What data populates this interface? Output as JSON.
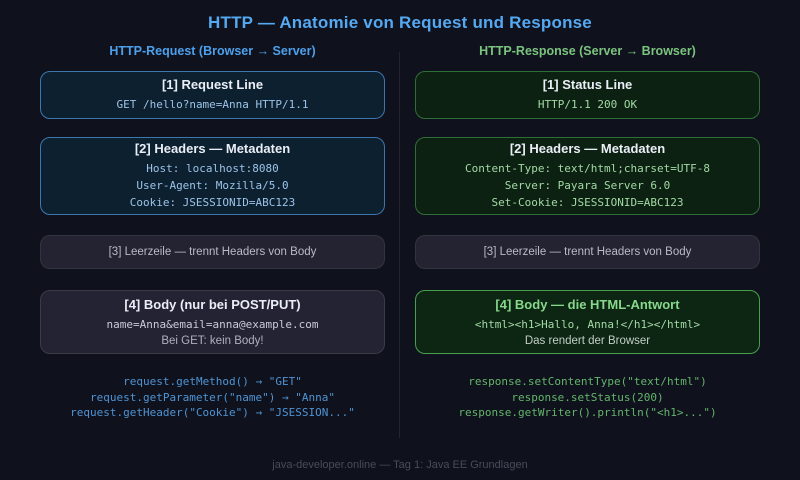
{
  "title": "HTTP — Anatomie von Request und Response",
  "footer": "java-developer.online — Tag 1: Java EE Grundlagen",
  "colors": {
    "background": "#0f111c",
    "accent_blue": "#55a9f2",
    "accent_green": "#7bc47f",
    "box_blue_bg": "#0d2030",
    "box_blue_border": "#3d76ad",
    "box_green_bg": "#0c2112",
    "box_green_border": "#2f6e36",
    "box_green_bright_border": "#46a04c",
    "box_gray_bg": "#232331"
  },
  "request": {
    "header": "HTTP-Request (Browser → Server)",
    "box1": {
      "title": "[1] Request Line",
      "line": "GET /hello?name=Anna HTTP/1.1"
    },
    "box2": {
      "title": "[2] Headers — Metadaten",
      "lines": [
        "Host: localhost:8080",
        "User-Agent: Mozilla/5.0",
        "Cookie: JSESSIONID=ABC123"
      ]
    },
    "box3": {
      "text": "[3] Leerzeile — trennt Headers von Body"
    },
    "box4": {
      "title": "[4] Body (nur bei POST/PUT)",
      "code": "name=Anna&email=anna@example.com",
      "note": "Bei GET: kein Body!"
    },
    "code": [
      "request.getMethod() → \"GET\"",
      "request.getParameter(\"name\") → \"Anna\"",
      "request.getHeader(\"Cookie\") → \"JSESSION...\""
    ]
  },
  "response": {
    "header": "HTTP-Response (Server → Browser)",
    "box1": {
      "title": "[1] Status Line",
      "line": "HTTP/1.1 200 OK"
    },
    "box2": {
      "title": "[2] Headers — Metadaten",
      "lines": [
        "Content-Type: text/html;charset=UTF-8",
        "Server: Payara Server 6.0",
        "Set-Cookie: JSESSIONID=ABC123"
      ]
    },
    "box3": {
      "text": "[3] Leerzeile — trennt Headers von Body"
    },
    "box4": {
      "title": "[4] Body — die HTML-Antwort",
      "code": "<html><h1>Hallo, Anna!</h1></html>",
      "note": "Das rendert der Browser"
    },
    "code": [
      "response.setContentType(\"text/html\")",
      "response.setStatus(200)",
      "response.getWriter().println(\"<h1>...\")"
    ]
  }
}
